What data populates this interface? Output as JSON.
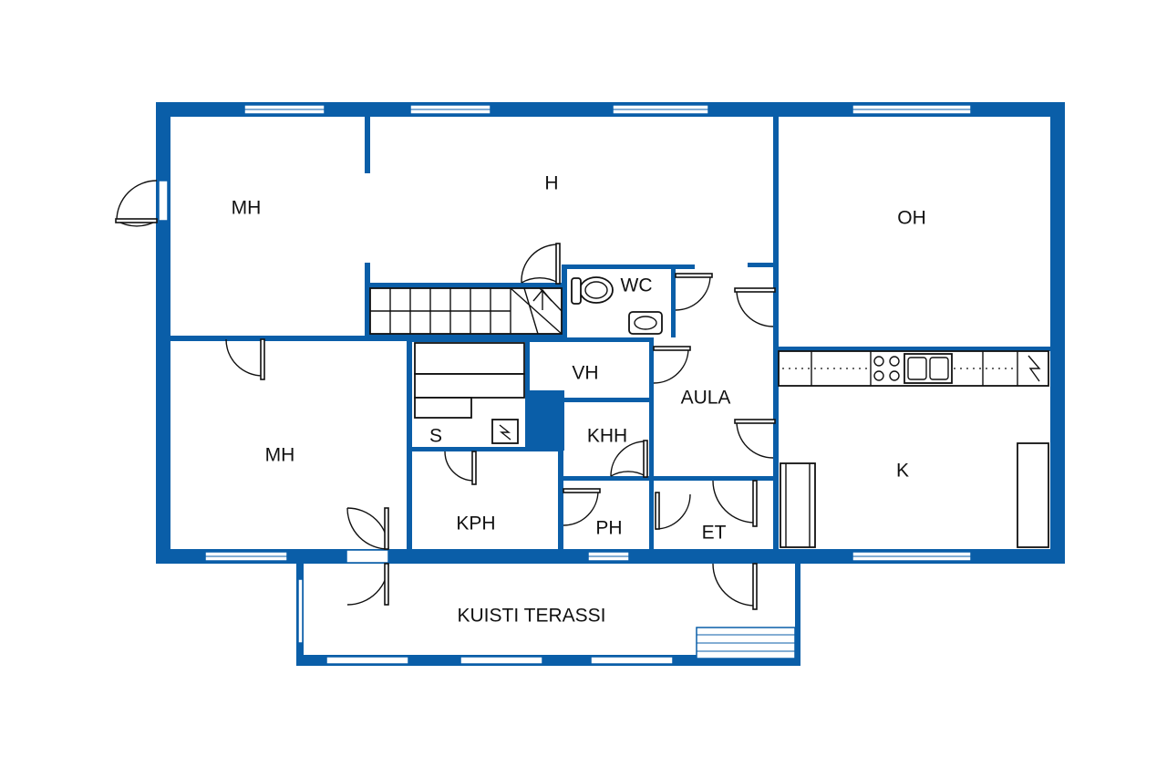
{
  "floor_plan": {
    "colors": {
      "wall": "#0a5ea8",
      "line": "#111111",
      "background": "#ffffff"
    },
    "rooms": {
      "mh_top": "MH",
      "h": "H",
      "oh": "OH",
      "wc": "WC",
      "mh_bottom": "MH",
      "vh": "VH",
      "aula": "AULA",
      "s": "S",
      "khh": "KHH",
      "k": "K",
      "kph": "KPH",
      "ph": "PH",
      "et": "ET",
      "kuisti": "KUISTI TERASSI"
    },
    "symbols": [
      "toilet-icon",
      "sink-icon",
      "stove-icon",
      "kitchen-sink-icon",
      "electric-icon",
      "stairs-icon",
      "fridge-icon",
      "wardrobe-icon"
    ]
  }
}
